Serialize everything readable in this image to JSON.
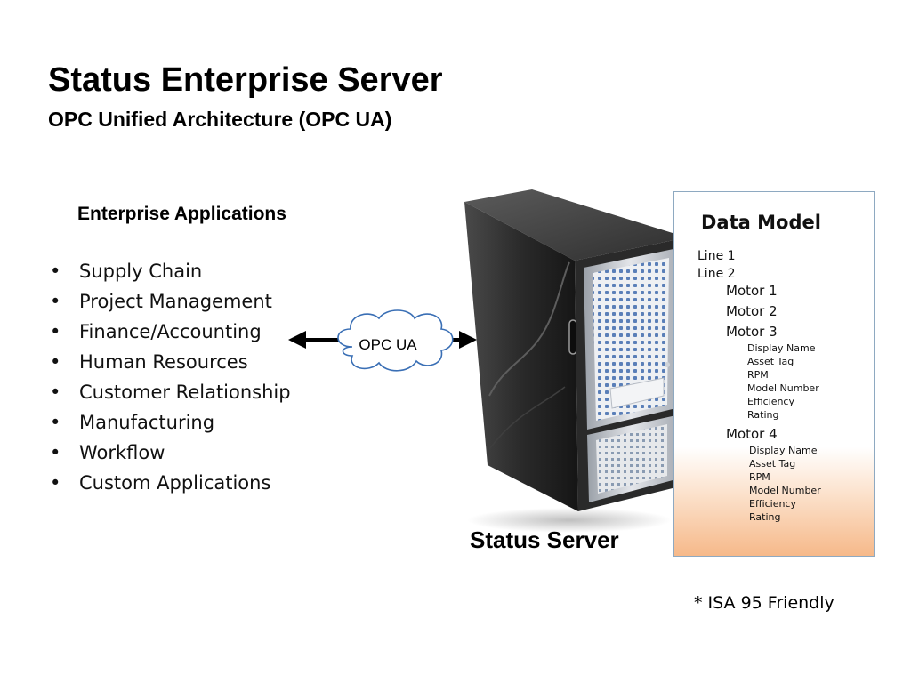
{
  "title": "Status Enterprise Server",
  "subtitle": "OPC Unified Architecture (OPC UA)",
  "enterprise_apps": {
    "heading": "Enterprise Applications",
    "items": [
      "Supply Chain",
      "Project Management",
      "Finance/Accounting",
      "Human Resources",
      "Customer Relationship",
      "Manufacturing",
      "Workflow",
      "Custom Applications"
    ]
  },
  "connector": {
    "label": "OPC UA"
  },
  "server": {
    "label": "Status Server"
  },
  "data_model": {
    "title": "Data Model",
    "lines": [
      "Line 1",
      "Line 2"
    ],
    "motors": [
      "Motor 1",
      "Motor 2",
      "Motor 3",
      "Motor 4"
    ],
    "motor3_properties": [
      "Display Name",
      "Asset Tag",
      "RPM",
      "Model Number",
      "Efficiency",
      "Rating"
    ],
    "motor4_properties": [
      "Display Name",
      "Asset Tag",
      "RPM",
      "Model Number",
      "Efficiency",
      "Rating"
    ]
  },
  "footnote": "* ISA 95 Friendly",
  "colors": {
    "data_model_border": "#8ea9c1",
    "data_model_gradient_end": "#f6b98a",
    "server_body": "#2b2b2b",
    "server_front_panel": "#c9ccd1",
    "server_vent_dots": "#5a7fb8"
  }
}
